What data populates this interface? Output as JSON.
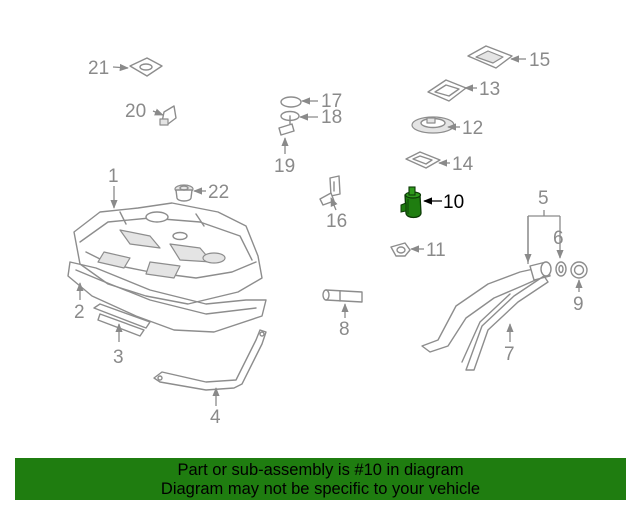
{
  "callouts": {
    "c1": "1",
    "c2": "2",
    "c3": "3",
    "c4": "4",
    "c5": "5",
    "c6": "6",
    "c7": "7",
    "c8": "8",
    "c9": "9",
    "c10": "10",
    "c11": "11",
    "c12": "12",
    "c13": "13",
    "c14": "14",
    "c15": "15",
    "c16": "16",
    "c17": "17",
    "c18": "18",
    "c19": "19",
    "c20": "20",
    "c21": "21",
    "c22": "22"
  },
  "highlight": {
    "part_number": "10",
    "color": "#1f7d10"
  },
  "banner": {
    "line1": "Part or sub-assembly is #10 in diagram",
    "line2": "Diagram may not be specific to your vehicle",
    "background": "#1f7d10"
  },
  "colors": {
    "line_gray": "#8d8d8d",
    "label_gray": "#8a8a8a",
    "highlight_part": "#1f7d10"
  }
}
